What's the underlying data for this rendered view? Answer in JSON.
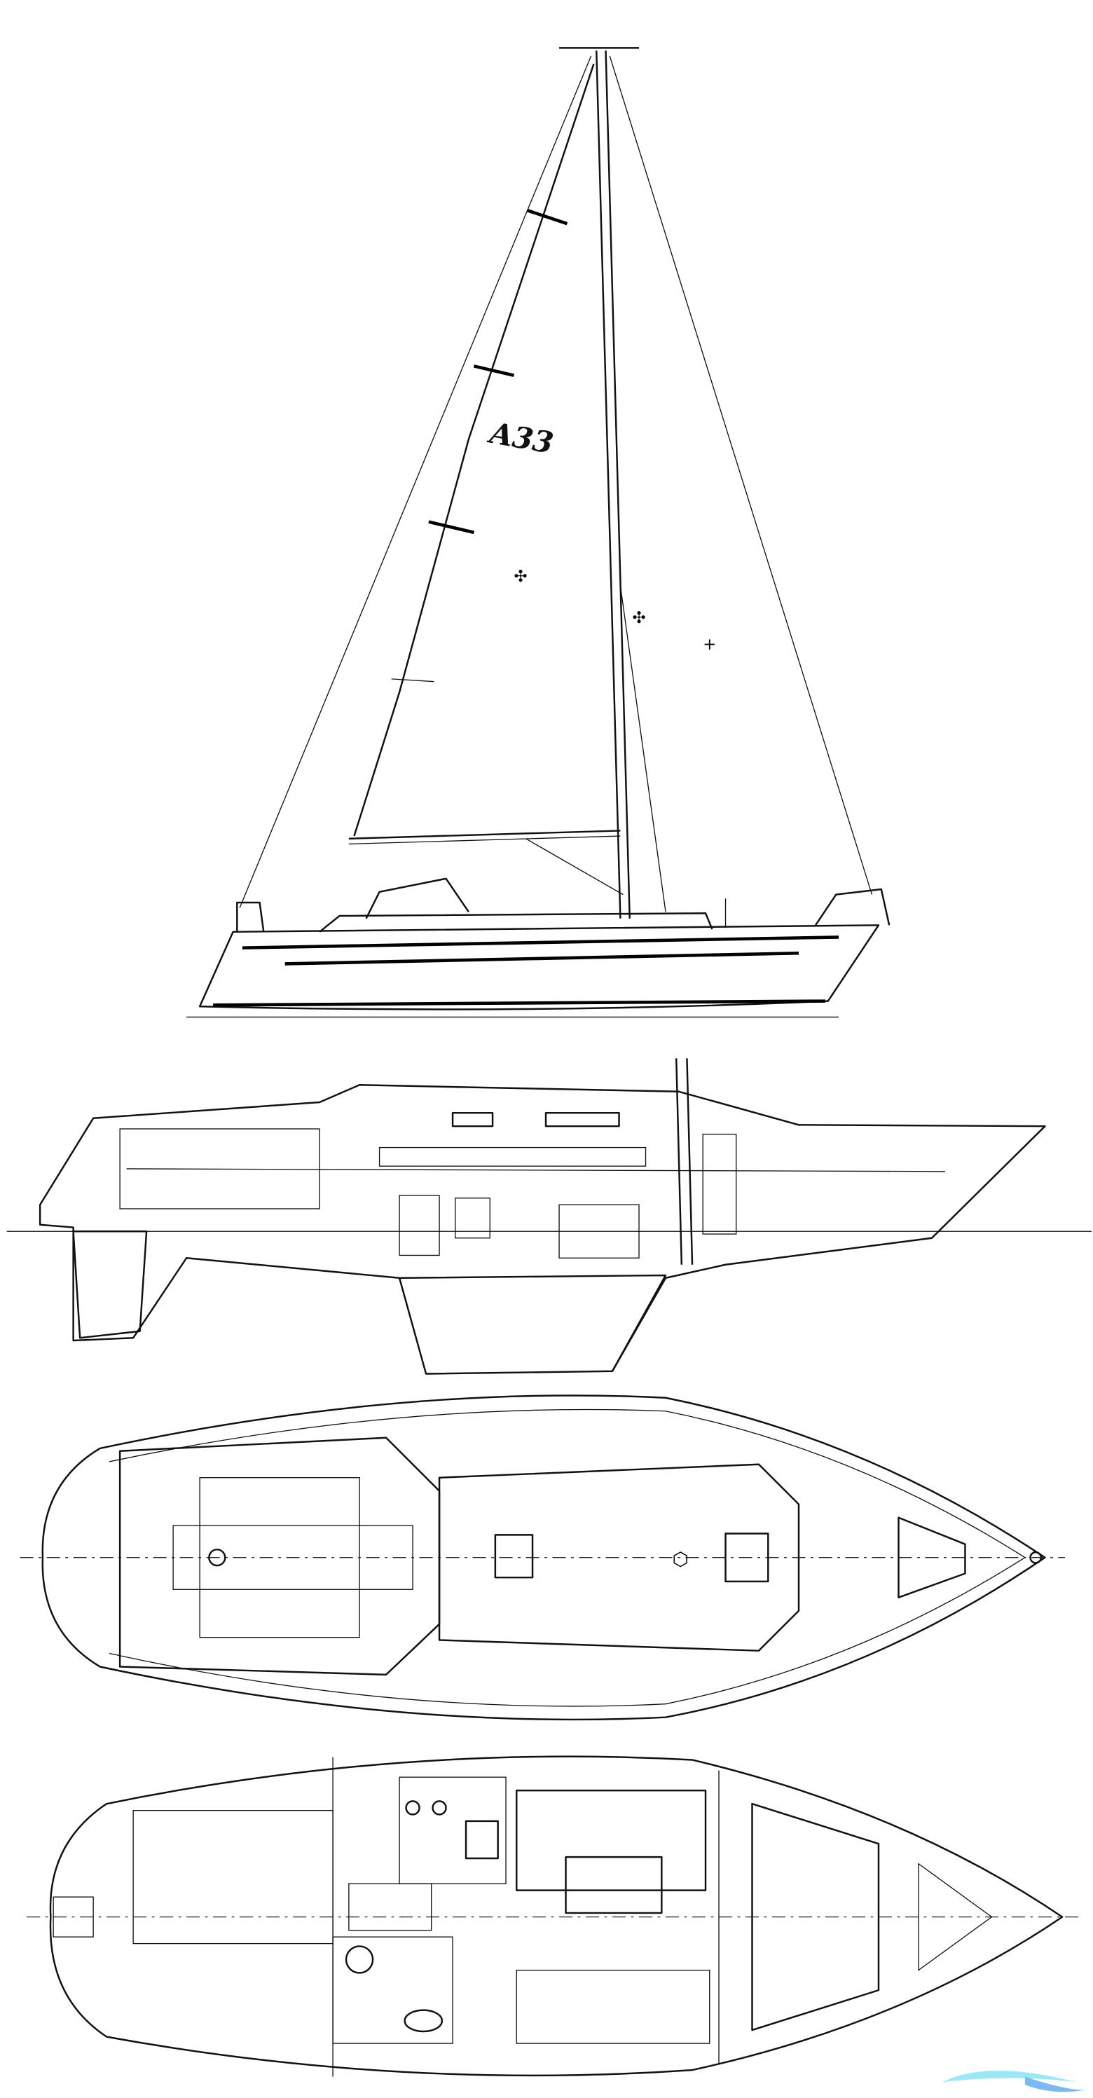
{
  "drawing": {
    "logo_text": "A33",
    "views": [
      "sail-plan",
      "inboard-profile",
      "deck-plan",
      "accommodation-plan"
    ]
  },
  "watermark": {
    "colors": [
      "#7fe3f7",
      "#5aa8f0"
    ]
  },
  "colors": {
    "line": "#111111",
    "background": "#ffffff"
  }
}
